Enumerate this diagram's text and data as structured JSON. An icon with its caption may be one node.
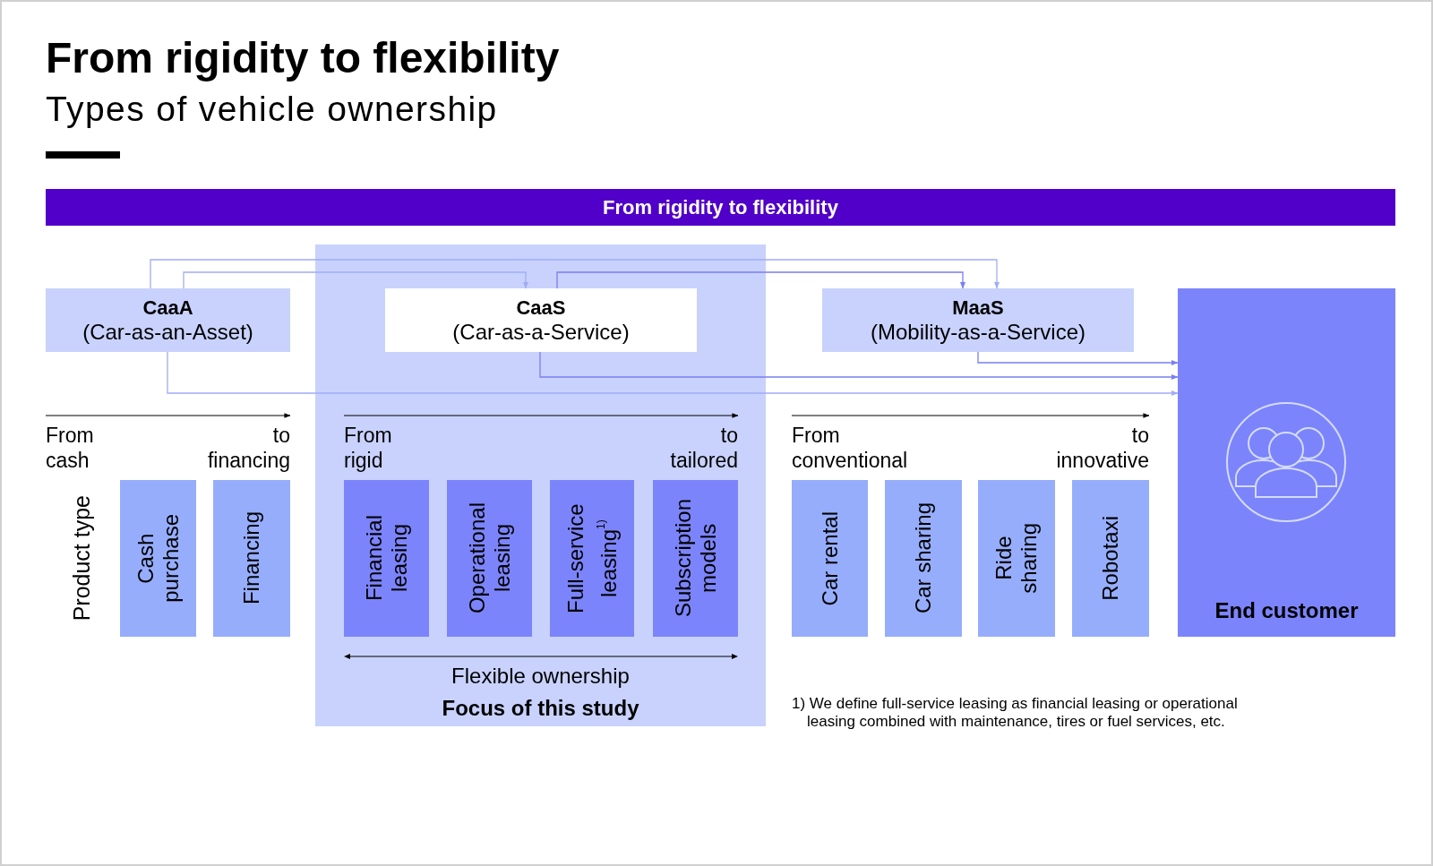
{
  "diagram": {
    "title": "From rigidity to flexibility",
    "nodes": [
      {
        "text": [
          "From rigidity to flexibility"
        ]
      },
      {
        "text": [
          "CaaA",
          "(Car-as-an-Asset)"
        ]
      },
      {
        "text": [
          "Flexible ownership",
          "Focus of this study"
        ]
      },
      {
        "text": [
          "CaaS",
          "(Car-as-a-Service)"
        ],
        "in": 2
      },
      {
        "text": [
          "MaaS",
          "(Mobility-as-a-Service)"
        ]
      },
      {
        "text": [
          "End customer"
        ]
      },
      {
        "text": [
          "Cash purchase"
        ]
      },
      {
        "text": [
          "Financing"
        ]
      },
      {
        "text": [
          "Financial leasing"
        ],
        "in": 2
      },
      {
        "text": [
          "Operational leasing"
        ],
        "in": 2
      },
      {
        "text": [
          "Full-service leasing$^{1)}$"
        ],
        "in": 2
      },
      {
        "text": [
          "Subscription models"
        ],
        "in": 2
      },
      {
        "text": [
          "Car rental"
        ]
      },
      {
        "text": [
          "Car sharing"
        ]
      },
      {
        "text": [
          "Ride sharing"
        ]
      },
      {
        "text": [
          "Robotaxi"
        ]
      }
    ],
    "edges": [
      {
        "from": 1,
        "to": 4,
        "arrow": "to"
      },
      {
        "from": 1,
        "to": 3,
        "arrow": "to"
      },
      {
        "from": 3,
        "to": 4,
        "arrow": "to",
        "color": "#7a7ff0"
      },
      {
        "from": 4,
        "to": 5,
        "arrow": "to",
        "color": "#7a7ff0"
      },
      {
        "from": 3,
        "to": 5,
        "arrow": "to",
        "color": "#7a7ff0"
      },
      {
        "from": 1,
        "to": 5,
        "arrow": "to"
      }
    ],
    "labels": [
      "Types of vehicle ownership",
      "From cash",
      "to financing",
      "From rigid",
      "to tailored",
      "From conventional",
      "to innovative",
      "Product type",
      "1) We define full-service leasing as financial leasing or operational leasing combined with maintenance, tires or fuel services, etc."
    ]
  }
}
